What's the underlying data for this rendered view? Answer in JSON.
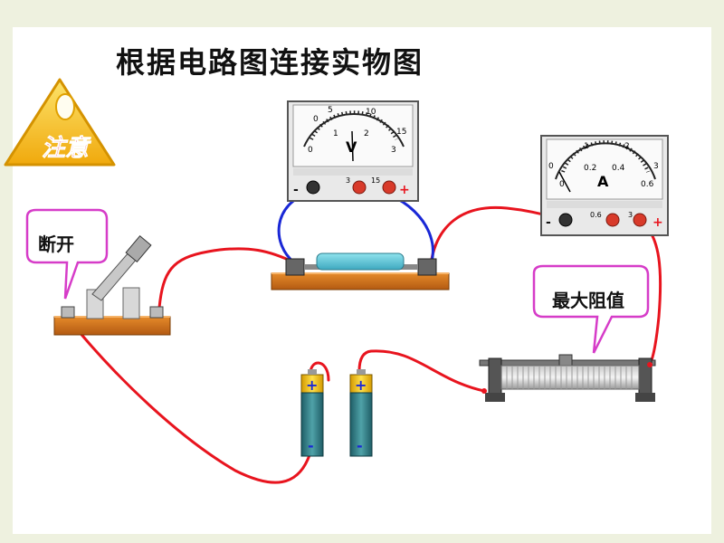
{
  "title": "根据电路图连接实物图",
  "warning_badge": "注意",
  "callouts": {
    "switch": "断开",
    "rheostat": "最大阻值"
  },
  "voltmeter": {
    "symbol": "V",
    "scale_top": [
      "0",
      "5",
      "10",
      "15"
    ],
    "scale_bottom": [
      "0",
      "1",
      "2",
      "3"
    ],
    "terminals": [
      "-",
      "3",
      "15",
      "+"
    ]
  },
  "ammeter": {
    "symbol": "A",
    "scale_top": [
      "0",
      "1",
      "2",
      "3"
    ],
    "scale_bottom": [
      "0",
      "0.2",
      "0.4",
      "0.6"
    ],
    "terminals": [
      "-",
      "0.6",
      "3",
      "+"
    ]
  },
  "battery": {
    "pos": "+",
    "neg": "-"
  },
  "colors": {
    "wire_red": "#e8141e",
    "wire_blue": "#1a28d6",
    "callout_border": "#d63cc8",
    "badge_yellow": "#f5c21b",
    "badge_text": "#e62020"
  }
}
